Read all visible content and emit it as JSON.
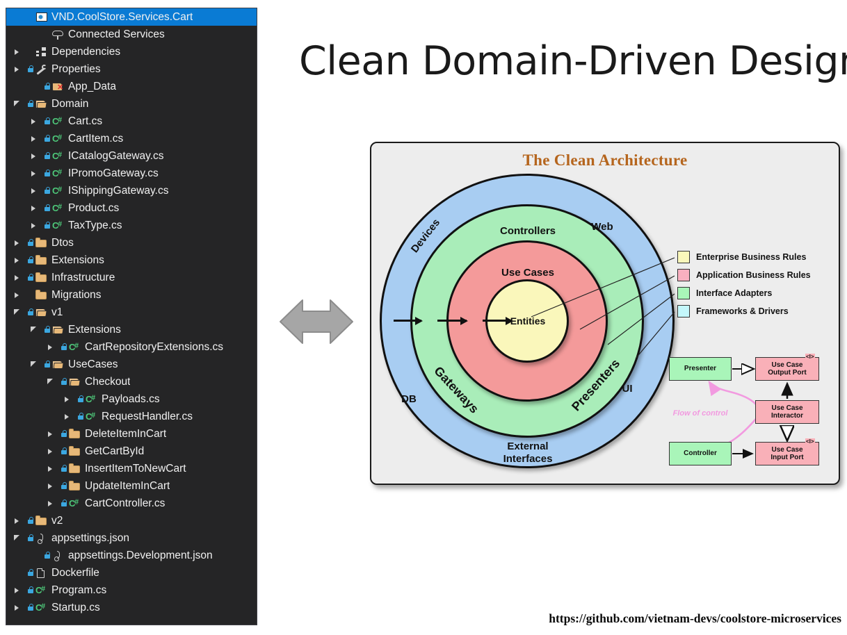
{
  "page": {
    "title": "Clean Domain-Driven Design",
    "footer_url": "https://github.com/vietnam-devs/coolstore-microservices"
  },
  "solution_explorer": {
    "selected_item": "VND.CoolStore.Services.Cart",
    "items": [
      {
        "label": "VND.CoolStore.Services.Cart",
        "indent": 0,
        "expander": "none",
        "icon": "project-icon",
        "lock": false,
        "selected": true
      },
      {
        "label": "Connected Services",
        "indent": 1,
        "expander": "none",
        "icon": "cloud-icon",
        "lock": false,
        "selected": false
      },
      {
        "label": "Dependencies",
        "indent": 0,
        "expander": "closed",
        "icon": "dependencies-icon",
        "lock": false,
        "selected": false
      },
      {
        "label": "Properties",
        "indent": 0,
        "expander": "closed",
        "icon": "wrench-icon",
        "lock": true,
        "selected": false
      },
      {
        "label": "App_Data",
        "indent": 1,
        "expander": "none",
        "icon": "folder-error-icon",
        "lock": true,
        "selected": false
      },
      {
        "label": "Domain",
        "indent": 0,
        "expander": "open",
        "icon": "folder-open-icon",
        "lock": true,
        "selected": false
      },
      {
        "label": "Cart.cs",
        "indent": 1,
        "expander": "closed",
        "icon": "csharp-icon",
        "lock": true,
        "selected": false
      },
      {
        "label": "CartItem.cs",
        "indent": 1,
        "expander": "closed",
        "icon": "csharp-icon",
        "lock": true,
        "selected": false
      },
      {
        "label": "ICatalogGateway.cs",
        "indent": 1,
        "expander": "closed",
        "icon": "csharp-icon",
        "lock": true,
        "selected": false
      },
      {
        "label": "IPromoGateway.cs",
        "indent": 1,
        "expander": "closed",
        "icon": "csharp-icon",
        "lock": true,
        "selected": false
      },
      {
        "label": "IShippingGateway.cs",
        "indent": 1,
        "expander": "closed",
        "icon": "csharp-icon",
        "lock": true,
        "selected": false
      },
      {
        "label": "Product.cs",
        "indent": 1,
        "expander": "closed",
        "icon": "csharp-icon",
        "lock": true,
        "selected": false
      },
      {
        "label": "TaxType.cs",
        "indent": 1,
        "expander": "closed",
        "icon": "csharp-icon",
        "lock": true,
        "selected": false
      },
      {
        "label": "Dtos",
        "indent": 0,
        "expander": "closed",
        "icon": "folder-icon",
        "lock": true,
        "selected": false
      },
      {
        "label": "Extensions",
        "indent": 0,
        "expander": "closed",
        "icon": "folder-icon",
        "lock": true,
        "selected": false
      },
      {
        "label": "Infrastructure",
        "indent": 0,
        "expander": "closed",
        "icon": "folder-icon",
        "lock": true,
        "selected": false
      },
      {
        "label": "Migrations",
        "indent": 0,
        "expander": "closed",
        "icon": "folder-icon",
        "lock": false,
        "selected": false
      },
      {
        "label": "v1",
        "indent": 0,
        "expander": "open",
        "icon": "folder-open-icon",
        "lock": true,
        "selected": false
      },
      {
        "label": "Extensions",
        "indent": 1,
        "expander": "open",
        "icon": "folder-open-icon",
        "lock": true,
        "selected": false
      },
      {
        "label": "CartRepositoryExtensions.cs",
        "indent": 2,
        "expander": "closed",
        "icon": "csharp-icon",
        "lock": true,
        "selected": false
      },
      {
        "label": "UseCases",
        "indent": 1,
        "expander": "open",
        "icon": "folder-open-icon",
        "lock": true,
        "selected": false
      },
      {
        "label": "Checkout",
        "indent": 2,
        "expander": "open",
        "icon": "folder-open-icon",
        "lock": true,
        "selected": false
      },
      {
        "label": "Payloads.cs",
        "indent": 3,
        "expander": "closed",
        "icon": "csharp-icon",
        "lock": true,
        "selected": false
      },
      {
        "label": "RequestHandler.cs",
        "indent": 3,
        "expander": "closed",
        "icon": "csharp-icon",
        "lock": true,
        "selected": false
      },
      {
        "label": "DeleteItemInCart",
        "indent": 2,
        "expander": "closed",
        "icon": "folder-icon",
        "lock": true,
        "selected": false
      },
      {
        "label": "GetCartById",
        "indent": 2,
        "expander": "closed",
        "icon": "folder-icon",
        "lock": true,
        "selected": false
      },
      {
        "label": "InsertItemToNewCart",
        "indent": 2,
        "expander": "closed",
        "icon": "folder-icon",
        "lock": true,
        "selected": false
      },
      {
        "label": "UpdateItemInCart",
        "indent": 2,
        "expander": "closed",
        "icon": "folder-icon",
        "lock": true,
        "selected": false
      },
      {
        "label": "CartController.cs",
        "indent": 2,
        "expander": "closed",
        "icon": "csharp-icon",
        "lock": true,
        "selected": false
      },
      {
        "label": "v2",
        "indent": 0,
        "expander": "closed",
        "icon": "folder-icon",
        "lock": true,
        "selected": false
      },
      {
        "label": "appsettings.json",
        "indent": 0,
        "expander": "open",
        "icon": "json-icon",
        "lock": true,
        "selected": false
      },
      {
        "label": "appsettings.Development.json",
        "indent": 1,
        "expander": "none",
        "icon": "json-icon",
        "lock": true,
        "selected": false
      },
      {
        "label": "Dockerfile",
        "indent": 0,
        "expander": "none",
        "icon": "document-icon",
        "lock": true,
        "selected": false
      },
      {
        "label": "Program.cs",
        "indent": 0,
        "expander": "closed",
        "icon": "csharp-icon",
        "lock": true,
        "selected": false
      },
      {
        "label": "Startup.cs",
        "indent": 0,
        "expander": "closed",
        "icon": "csharp-icon",
        "lock": true,
        "selected": false
      }
    ]
  },
  "figure": {
    "title": "The Clean Architecture",
    "rings": {
      "outer_blue": {
        "label_left": "Devices",
        "label_top": "Web",
        "label_right": "UI",
        "label_bottom_left": "DB",
        "label_bottom": "External\nInterfaces",
        "color": "#a8cdf2"
      },
      "green": {
        "label_top": "Controllers",
        "label_bottom_left": "Gateways",
        "label_bottom_right": "Presenters",
        "color": "#a9edb9"
      },
      "red": {
        "label": "Use Cases",
        "color": "#f49a9a"
      },
      "yellow": {
        "label": "Entities",
        "color": "#faf7bb"
      }
    },
    "ring_labels": {
      "controllers": "Controllers",
      "use_cases": "Use Cases",
      "entities": "Entities",
      "web": "Web",
      "ui": "UI",
      "db": "DB",
      "external_line1": "External",
      "external_line2": "Interfaces",
      "devices": "Devices",
      "gateways": "Gateways",
      "presenters": "Presenters"
    },
    "legend": [
      {
        "label": "Enterprise Business Rules",
        "color": "#faf7bb"
      },
      {
        "label": "Application Business Rules",
        "color": "#f9b0c0"
      },
      {
        "label": "Interface Adapters",
        "color": "#a9f5b9"
      },
      {
        "label": "Frameworks & Drivers",
        "color": "#c4f7fb"
      }
    ],
    "uml": {
      "presenter": "Presenter",
      "controller": "Controller",
      "use_case_output_port_l1": "Use Case",
      "use_case_output_port_l2": "Output Port",
      "use_case_interactor_l1": "Use Case",
      "use_case_interactor_l2": "Interactor",
      "use_case_input_port_l1": "Use Case",
      "use_case_input_port_l2": "Input Port",
      "interface_marker": "<I>",
      "flow_of_control": "Flow of control"
    }
  },
  "arrow": {
    "name": "bidirectional-arrow"
  }
}
